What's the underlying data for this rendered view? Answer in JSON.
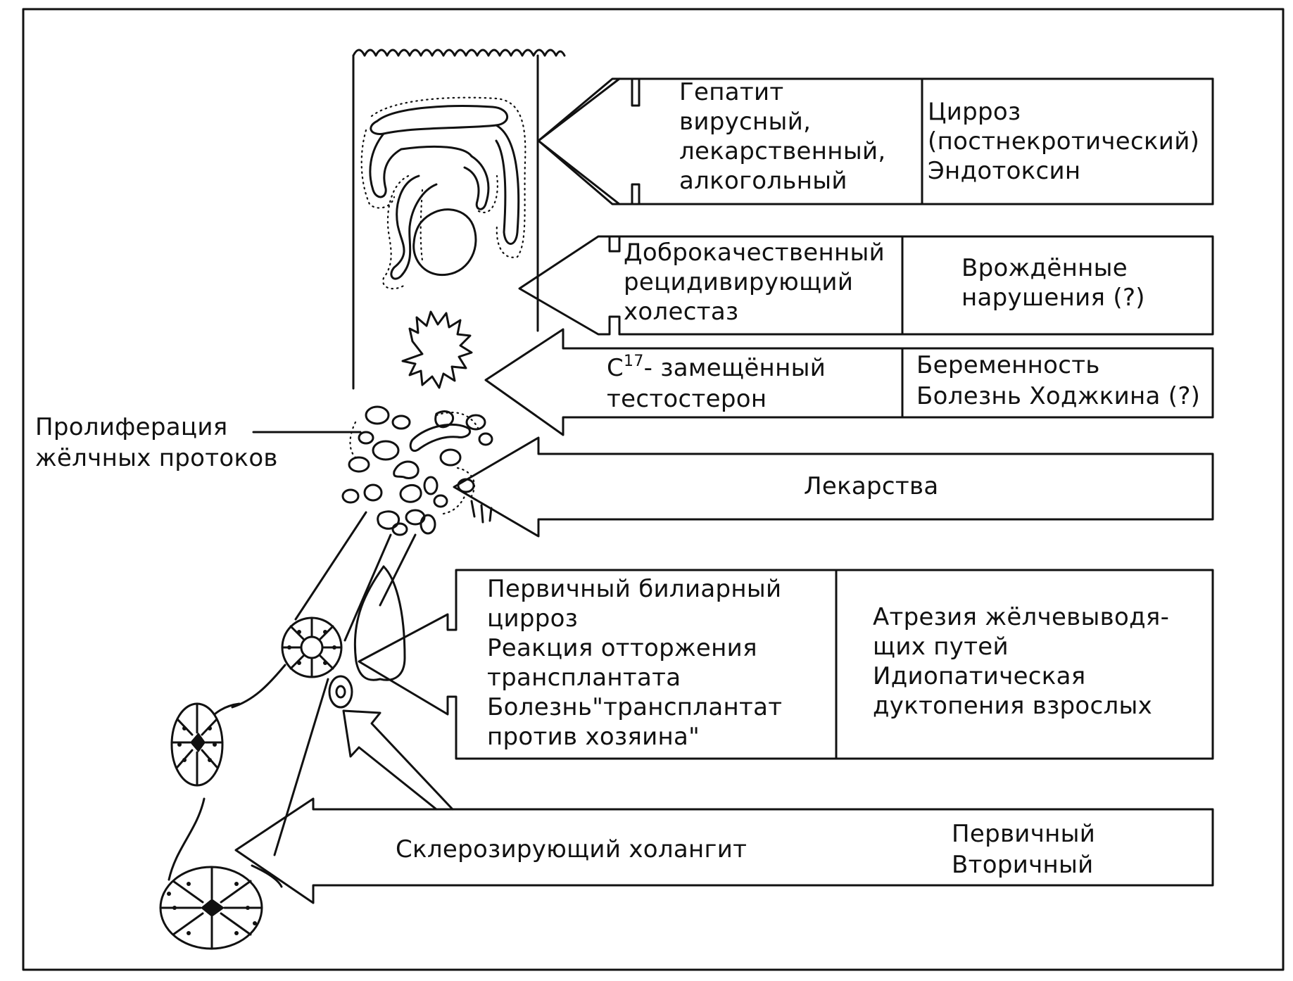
{
  "label_hepatitis": [
    "Гепатит",
    "вирусный,",
    "лекарственный,",
    "алкогольный"
  ],
  "label_cirrhosis": [
    "Цирроз",
    "(постнекротический)",
    "Эндотоксин"
  ],
  "label_benign": [
    "Доброкачественный",
    "рецидивирующий",
    "холестаз"
  ],
  "label_congenital": [
    "Врождённые",
    "нарушения (?)"
  ],
  "label_c17": {
    "c_letter": "С",
    "superscript": "17",
    "line1_rest": "- замещённый",
    "line2": "тестостерон"
  },
  "label_pregnancy": [
    "Беременность",
    "Болезнь Ходжкина (?)"
  ],
  "label_drugs": "Лекарства",
  "label_proliferation": [
    "Пролиферация",
    "жёлчных протоков"
  ],
  "label_pbc": [
    "Первичный билиарный",
    "цирроз",
    "Реакция отторжения",
    "трансплантата",
    "Болезнь\"трансплантат",
    "против хозяина\""
  ],
  "label_atresia": [
    "Атрезия жёлчевыводя-",
    "щих путей",
    "Идиопатическая",
    "дуктопения взрослых"
  ],
  "label_sclerosing": "Склерозирующий холангит",
  "label_primary_secondary": [
    "Первичный",
    "Вторичный"
  ]
}
